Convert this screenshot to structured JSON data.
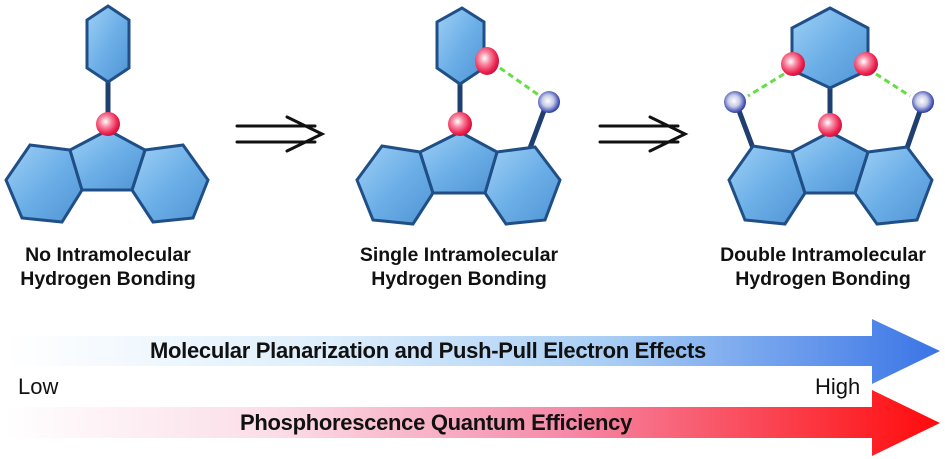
{
  "structures": [
    {
      "name": "no-hbond",
      "caption_lines": [
        "No Intramolecular",
        "Hydrogen Bonding"
      ]
    },
    {
      "name": "single-hbond",
      "caption_lines": [
        "Single Intramolecular",
        "Hydrogen Bonding"
      ]
    },
    {
      "name": "double-hbond",
      "caption_lines": [
        "Double Intramolecular",
        "Hydrogen Bonding"
      ]
    }
  ],
  "transition_arrows": [
    "implies-arrow",
    "implies-arrow"
  ],
  "gradient_arrows": [
    {
      "label": "Molecular Planarization and Push-Pull Electron Effects",
      "color_start": "#ffffff",
      "color_end": "#3a74e6"
    },
    {
      "label": "Phosphorescence Quantum Efficiency",
      "color_start": "#ffffff",
      "color_end": "#ff1010"
    }
  ],
  "scale": {
    "low": "Low",
    "high": "High"
  },
  "colors": {
    "ring_fill": "#6fb2ea",
    "ring_edge": "#1f4f86",
    "acceptor_atom": "#f0305a",
    "donor_atom": "#2a3aa8",
    "hbond_dash": "#66dd44"
  }
}
